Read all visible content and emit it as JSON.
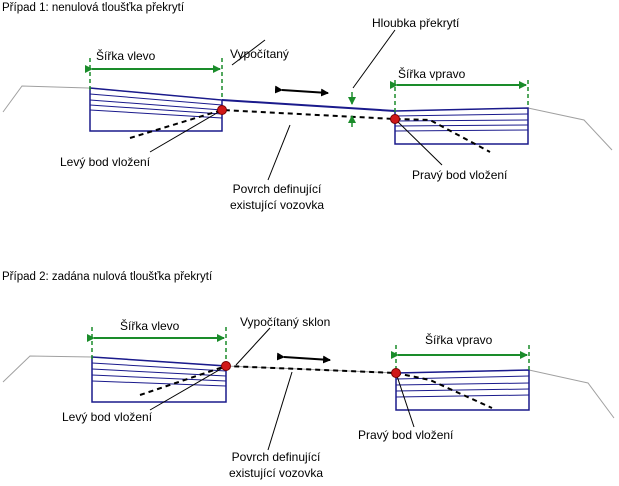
{
  "diagrams": [
    {
      "title": "Případ 1: nenulová tloušťka překrytí",
      "labels": {
        "width_left": "Šířka vlevo",
        "width_right": "Šířka vpravo",
        "computed": "Vypočítaný",
        "overlay_depth": "Hloubka překrytí",
        "left_insert_point": "Levý bod vložení",
        "right_insert_point": "Pravý bod vložení",
        "surface_line1": "Povrch definující",
        "surface_line2": "existující vozovka"
      }
    },
    {
      "title": "Případ 2: zadána nulová tloušťka překrytí",
      "labels": {
        "width_left": "Šířka vlevo",
        "width_right": "Šířka vpravo",
        "computed": "Vypočítaný sklon",
        "left_insert_point": "Levý bod vložení",
        "right_insert_point": "Pravý bod vložení",
        "surface_line1": "Povrch definující",
        "surface_line2": "existující vozovka"
      }
    }
  ],
  "colors": {
    "assembly": "#1a1a8c",
    "dimension": "#1a8c2a",
    "ground": "#a0a0a0",
    "insert_point": "#d01818",
    "leader": "#000000"
  }
}
